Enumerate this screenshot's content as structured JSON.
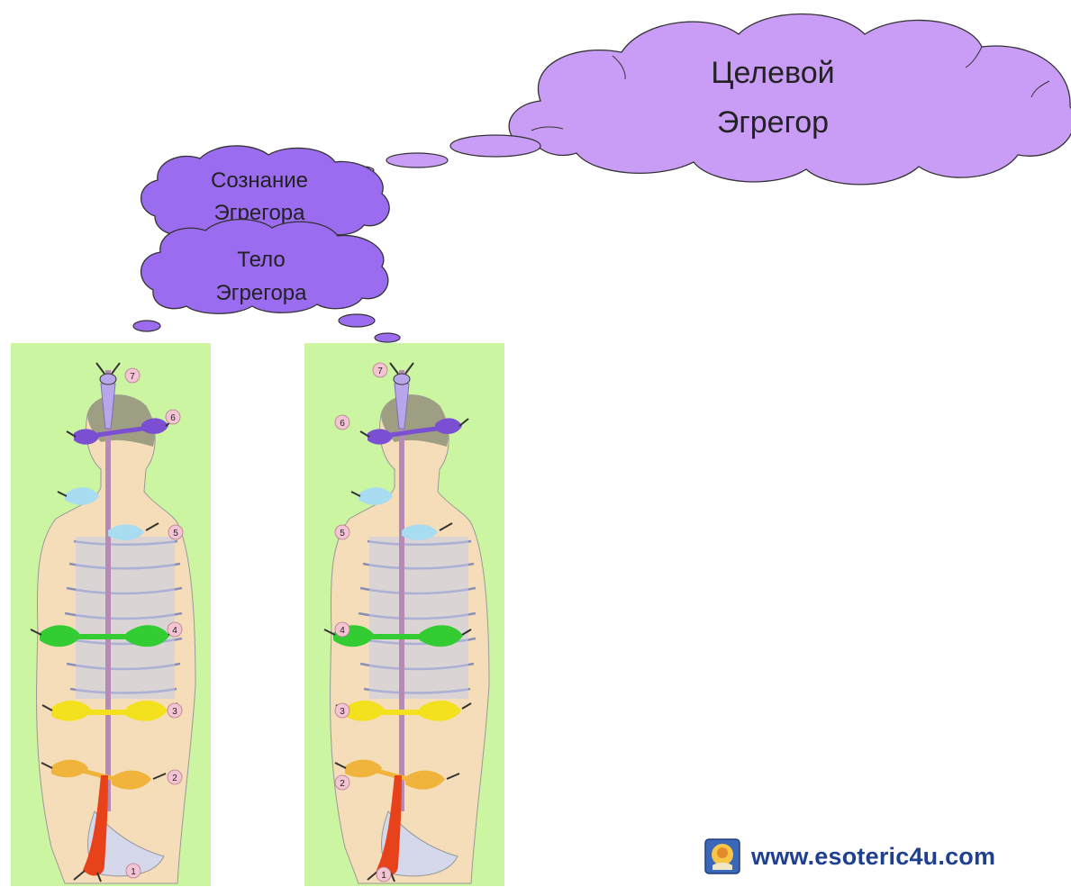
{
  "target_egregore": {
    "line1": "Целевой",
    "line2": "Эгрегор"
  },
  "egregore_consciousness": {
    "line1": "Сознание",
    "line2": "Эгрегора"
  },
  "egregore_body": {
    "line1": "Тело",
    "line2": "Эгрегора"
  },
  "figures": [
    {
      "chakra_numbers": [
        "7",
        "6",
        "5",
        "4",
        "3",
        "2",
        "1"
      ]
    },
    {
      "chakra_numbers": [
        "7",
        "6",
        "5",
        "4",
        "3",
        "2",
        "1"
      ]
    }
  ],
  "footer": {
    "url": "www.esoteric4u.com"
  },
  "colors": {
    "cloud_target": "#c99cf6",
    "cloud_small": "#9b6cf0",
    "panel_bg": "#ccf5a2",
    "chakra_7": "#b7a6ea",
    "chakra_6": "#7b4fd1",
    "chakra_5": "#a8dcf0",
    "chakra_4": "#33cc33",
    "chakra_3": "#f3e11d",
    "chakra_2": "#f0b43c",
    "chakra_1": "#e8421a",
    "url_text": "#1f3f8f"
  }
}
